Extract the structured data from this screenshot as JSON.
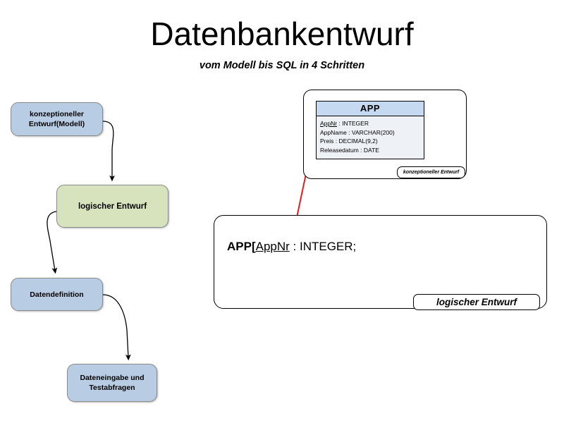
{
  "slide": {
    "title": "Datenbankentwurf",
    "subtitle": "vom Modell bis SQL in 4 Schritten",
    "background": "#ffffff"
  },
  "colors": {
    "box_blue": "#b8cce4",
    "box_green": "#d7e3bc",
    "table_header_blue": "#c5d9f1",
    "table_body": "#eef1f6",
    "arrow_black": "#000000",
    "arrow_red": "#ee1111",
    "border_gray": "#8a8a8a"
  },
  "flowchart": {
    "steps": [
      {
        "label": "konzeptioneller Entwurf(Modell)",
        "color": "#b8cce4"
      },
      {
        "label": "logischer Entwurf",
        "color": "#d7e3bc"
      },
      {
        "label": "Datendefinition",
        "color": "#b8cce4"
      },
      {
        "label": "Dateneingabe und Testabfragen",
        "color": "#b8cce4"
      }
    ]
  },
  "conceptual": {
    "badge": "konzeptioneller Entwurf",
    "entity": {
      "name": "APP",
      "attributes": [
        {
          "name": "AppNr",
          "type": "INTEGER",
          "primary_key": true
        },
        {
          "name": "AppName",
          "type": "VARCHAR(200)",
          "primary_key": false
        },
        {
          "name": "Preis",
          "type": "DECIMAL(9,2)",
          "primary_key": false
        },
        {
          "name": "Releasedatum",
          "type": "DATE",
          "primary_key": false
        }
      ]
    }
  },
  "logical": {
    "badge": "logischer Entwurf",
    "relation_prefix": "APP[",
    "relation_key": "AppNr",
    "relation_suffix": " : INTEGER;"
  }
}
